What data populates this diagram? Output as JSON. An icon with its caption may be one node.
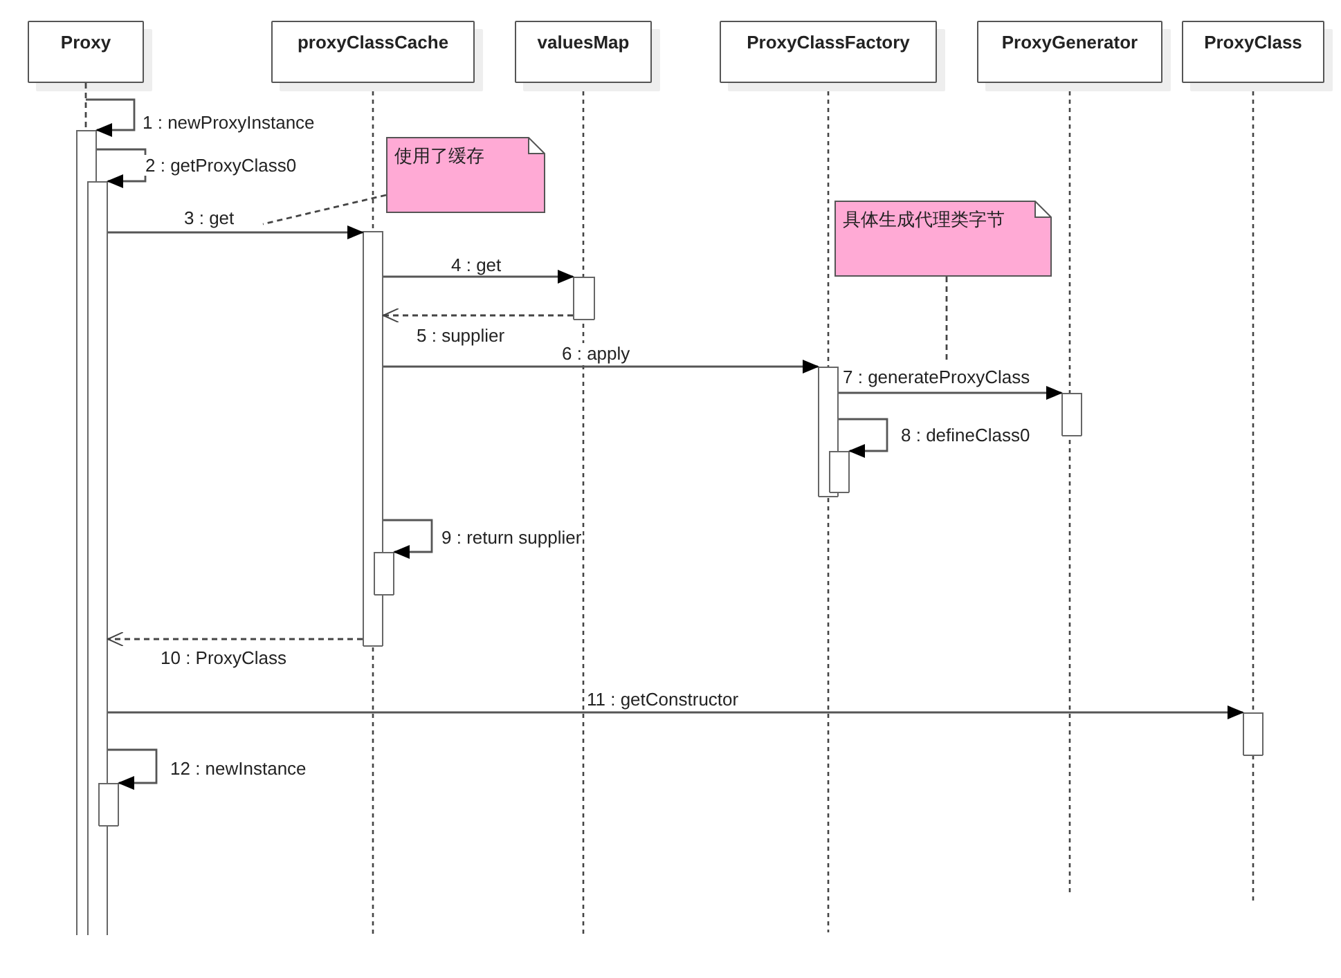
{
  "diagram": {
    "nodes": [
      {
        "text": [
          "Proxy"
        ]
      },
      {
        "text": [
          "proxyClassCache"
        ]
      },
      {
        "text": [
          "valuesMap"
        ]
      },
      {
        "text": [
          "ProxyClassFactory"
        ]
      },
      {
        "text": [
          "ProxyGenerator"
        ]
      },
      {
        "text": [
          "ProxyClass"
        ]
      },
      {
        "text": [
          "使用了缓存"
        ]
      },
      {
        "text": [
          "具体生成代理类字节"
        ]
      },
      {
        "text": [],
        "shape": "bar"
      },
      {
        "text": [],
        "shape": "bar"
      },
      {
        "text": [],
        "shape": "bar"
      },
      {
        "text": [],
        "shape": "bar"
      },
      {
        "text": [],
        "shape": "bar"
      },
      {
        "text": [],
        "shape": "bar"
      },
      {
        "text": [],
        "shape": "bar"
      },
      {
        "text": [],
        "shape": "bar"
      },
      {
        "text": [],
        "shape": "bar"
      },
      {
        "text": [],
        "shape": "bar"
      }
    ],
    "edges": [
      {
        "from": 0,
        "to": 8,
        "arrow": "to",
        "label": "1 : newProxyInstance"
      },
      {
        "from": 8,
        "to": 9,
        "arrow": "to",
        "label": "2 : getProxyClass0"
      },
      {
        "from": 9,
        "to": 10,
        "arrow": "to",
        "label": "3 : get"
      },
      {
        "from": 10,
        "to": 11,
        "arrow": "to",
        "label": "4 : get"
      },
      {
        "from": 11,
        "to": 10,
        "arrow": "to",
        "label": "5 : supplier",
        "style": "dashed"
      },
      {
        "from": 10,
        "to": 12,
        "arrow": "to",
        "label": "6 : apply"
      },
      {
        "from": 12,
        "to": 13,
        "arrow": "to",
        "label": "7 : generateProxyClass"
      },
      {
        "from": 12,
        "to": 14,
        "arrow": "to",
        "label": "8 : defineClass0"
      },
      {
        "from": 10,
        "to": 15,
        "arrow": "to",
        "label": "9 : return supplier"
      },
      {
        "from": 10,
        "to": 9,
        "arrow": "to",
        "label": "10 : ProxyClass",
        "style": "dashed"
      },
      {
        "from": 9,
        "to": 16,
        "arrow": "to",
        "label": "11 : getConstructor"
      },
      {
        "from": 9,
        "to": 17,
        "arrow": "to",
        "label": "12 : newInstance"
      },
      {
        "from": 6,
        "to": null,
        "arrow": "none",
        "style": "dashed"
      },
      {
        "from": 7,
        "to": null,
        "arrow": "none",
        "style": "dashed"
      },
      {
        "from": 0,
        "to": 8,
        "arrow": "none",
        "style": "dashed"
      }
    ]
  }
}
